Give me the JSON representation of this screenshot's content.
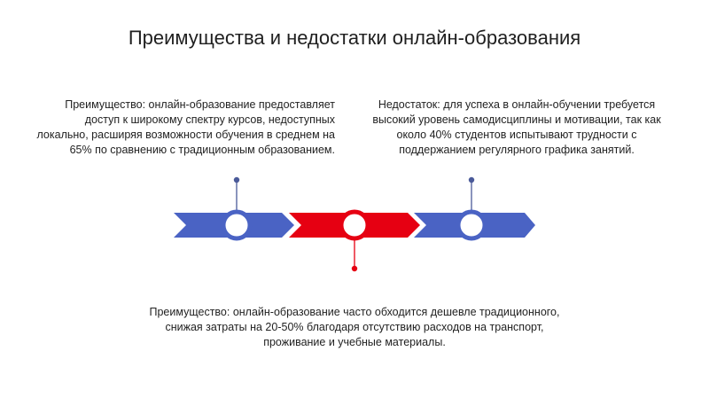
{
  "title": "Преимущества и недостатки онлайн-образования",
  "points": [
    {
      "text": "Преимущество: онлайн-образование предоставляет доступ к широкому спектру курсов, недоступных локально, расширяя возможности обучения в среднем на 65% по сравнению с традиционным образованием.",
      "color": "#4a63c4"
    },
    {
      "text": "Недостаток: для успеха в онлайн-обучении требуется высокий уровень самодисциплины и мотивации, так как около 40% студентов испытывают трудности с поддержанием регулярного графика занятий.",
      "color": "#4a63c4"
    },
    {
      "text": "Преимущество: онлайн-образование часто обходится дешевле традиционного, снижая затраты на 20-50% благодаря отсутствию расходов на транспорт, проживание и учебные материалы.",
      "color": "#e60012"
    }
  ],
  "colors": {
    "blue": "#4a63c4",
    "red": "#e60012",
    "pin_blue": "#4a5a99"
  }
}
